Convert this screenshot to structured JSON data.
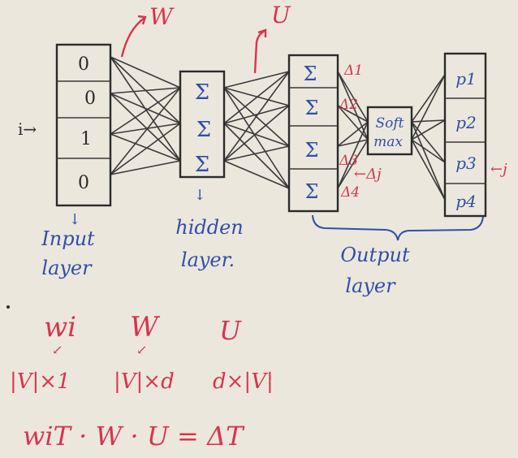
{
  "input_layer": {
    "cells": [
      "0",
      "0",
      "1",
      "0"
    ],
    "side_label": "i→",
    "caption_line1": "Input",
    "caption_line2": "layer"
  },
  "hidden_layer": {
    "nodes": [
      "Σ",
      "Σ",
      "Σ"
    ],
    "caption_line1": "hidden",
    "caption_line2": "layer."
  },
  "output_layer": {
    "nodes": [
      "Σ",
      "Σ",
      "Σ",
      "Σ"
    ],
    "deltas": [
      "Δ1",
      "Δ2",
      "Δ3",
      "Δ4"
    ],
    "delta_j": "←Δj",
    "caption_line1": "Output",
    "caption_line2": "layer"
  },
  "softmax": {
    "line1": "Soft",
    "line2": "max"
  },
  "probabilities": {
    "cells": [
      "p1",
      "p2",
      "p3",
      "p4"
    ],
    "pointer": "←j"
  },
  "weights": {
    "W_label": "W",
    "U_label": "U"
  },
  "equations": {
    "row1": [
      "wi",
      "W",
      "U"
    ],
    "row2": [
      "|V|×1",
      "|V|×d",
      "d×|V|"
    ],
    "row3": "wiT · W · U = ΔT"
  },
  "colors": {
    "ink": "#2b2b2b",
    "blue": "#2f4fa8",
    "red": "#d8344d",
    "paper": "#ece7dd"
  }
}
